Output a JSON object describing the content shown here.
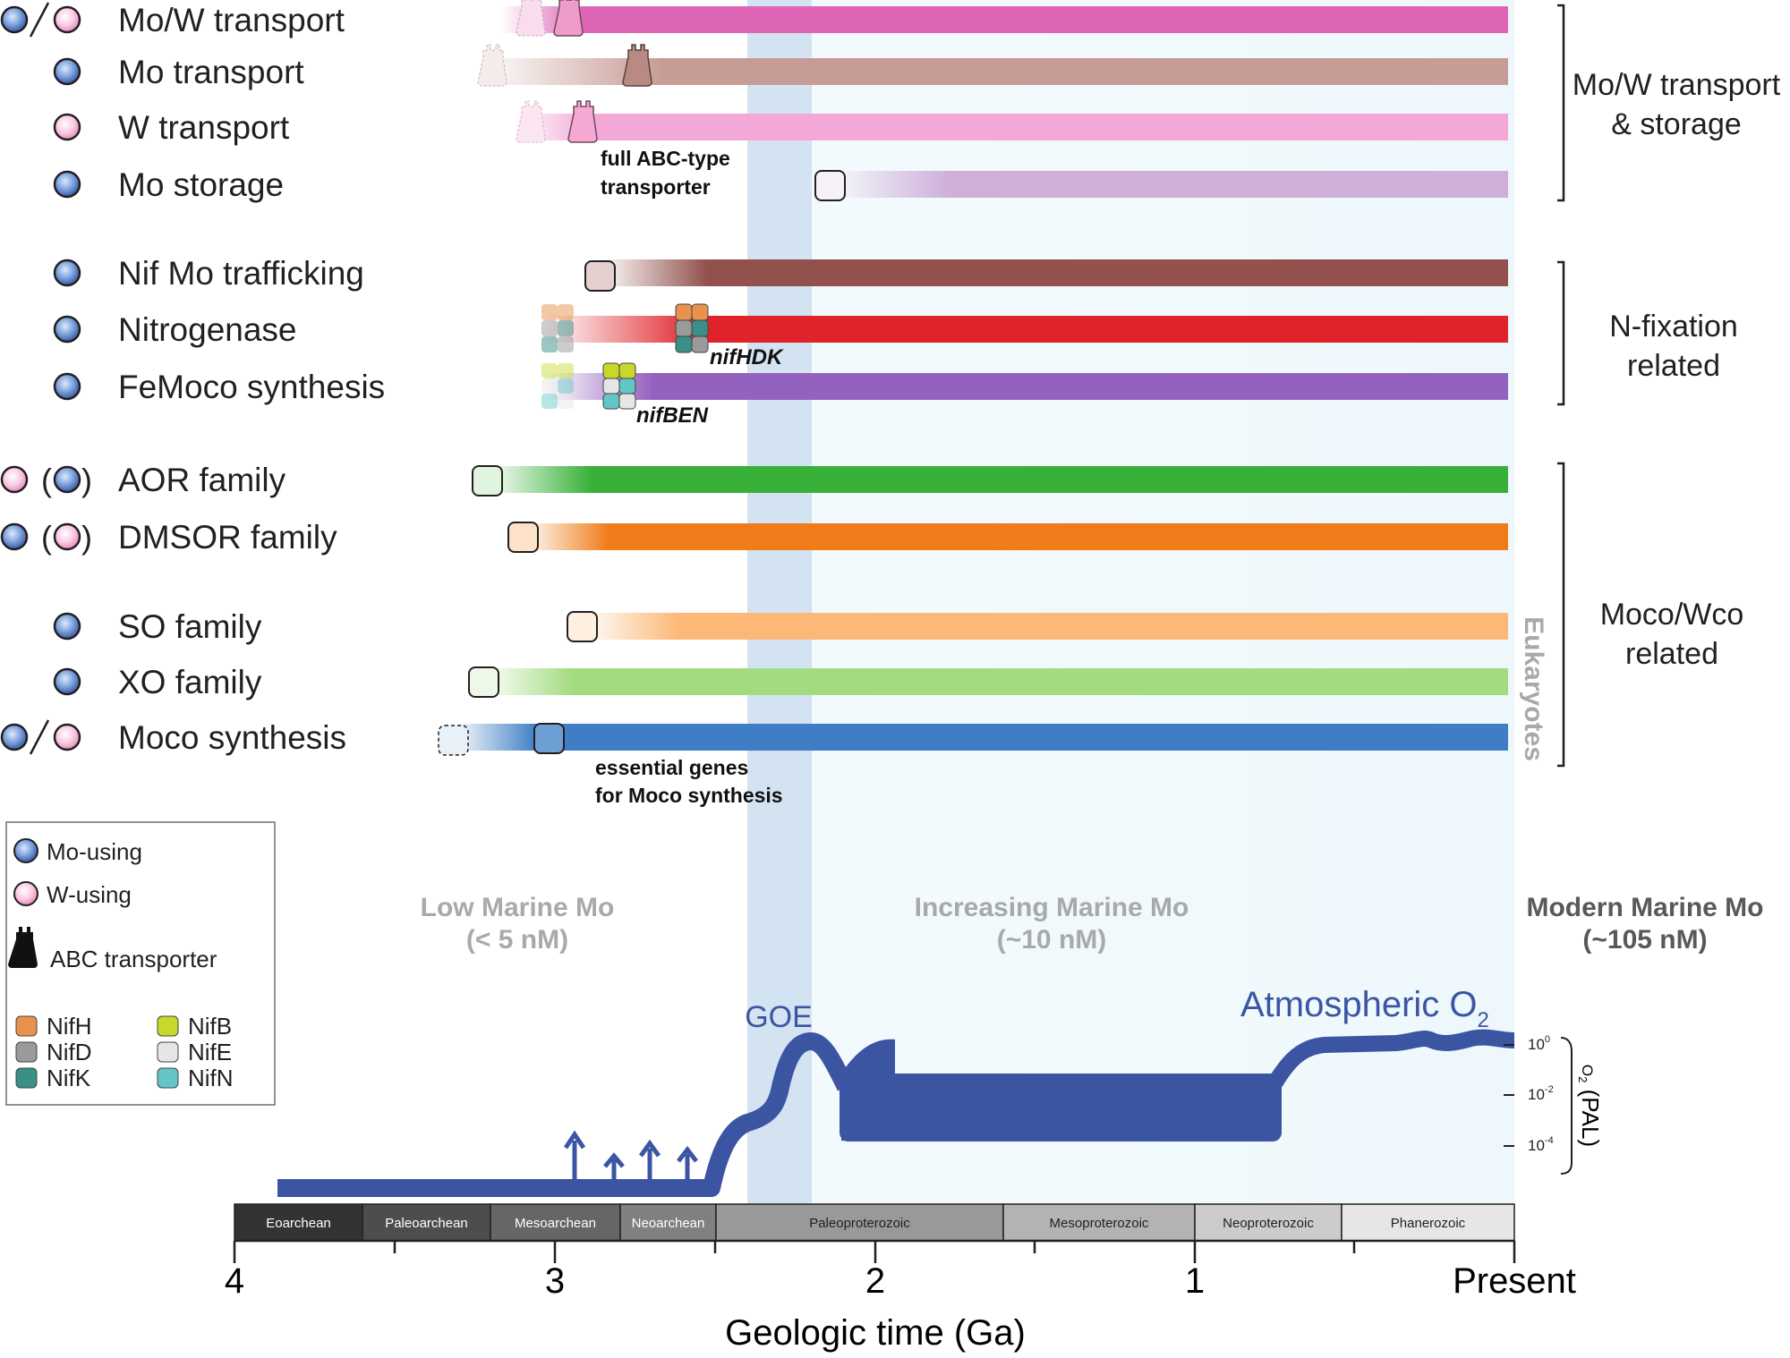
{
  "rows": [
    {
      "label": "Mo/W transport",
      "metal": "both-slash",
      "color": "#de64b5"
    },
    {
      "label": "Mo transport",
      "metal": "mo",
      "color": "#c89c96"
    },
    {
      "label": "W transport",
      "metal": "w",
      "color": "#f3a8d7"
    },
    {
      "label": "Mo storage",
      "metal": "mo",
      "color": "#ceb0d9"
    },
    {
      "label": "Nif Mo trafficking",
      "metal": "mo",
      "color": "#92514d"
    },
    {
      "label": "Nitrogenase",
      "metal": "mo",
      "color": "#e0232a"
    },
    {
      "label": "FeMoco synthesis",
      "metal": "mo",
      "color": "#9461be"
    },
    {
      "label": "AOR family",
      "metal": "w-paren-mo",
      "color": "#39b139"
    },
    {
      "label": "DMSOR family",
      "metal": "mo-paren-w",
      "color": "#f07c19"
    },
    {
      "label": "SO family",
      "metal": "mo",
      "color": "#fbb876"
    },
    {
      "label": "XO family",
      "metal": "mo",
      "color": "#a3dc80"
    },
    {
      "label": "Moco synthesis",
      "metal": "both-slash",
      "color": "#3f7ec4"
    }
  ],
  "groups": [
    {
      "label": "Mo/W transport\n& storage"
    },
    {
      "label": "N-fixation\nrelated"
    },
    {
      "label": "Moco/Wco\nrelated"
    }
  ],
  "annotations": {
    "abc_note": "full ABC-type\ntransporter",
    "nifhdk": "nifHDK",
    "nifben": "nifBEN",
    "moco_note": "essential genes\nfor Moco synthesis",
    "eukaryotes": "Eukaryotes"
  },
  "eras": [
    {
      "label": "Low Marine Mo\n(< 5 nM)",
      "color": "#a7a9ac"
    },
    {
      "label": "Increasing Marine Mo\n(~10 nM)",
      "color": "#a7a9ac"
    },
    {
      "label": "Modern Marine Mo\n(~105 nM)",
      "color": "#58595b"
    }
  ],
  "legend": {
    "mo_using": "Mo-using",
    "w_using": "W-using",
    "abc": "ABC transporter",
    "nif": [
      {
        "label": "NifH",
        "color": "#e8924d"
      },
      {
        "label": "NifB",
        "color": "#c7d82b"
      },
      {
        "label": "NifD",
        "color": "#9a9a9a"
      },
      {
        "label": "NifE",
        "color": "#e6e6e6"
      },
      {
        "label": "NifK",
        "color": "#3a8f86"
      },
      {
        "label": "NifN",
        "color": "#63c5c6"
      }
    ]
  },
  "oxygen": {
    "title": "Atmospheric O",
    "title_sub": "2",
    "goe": "GOE",
    "axis_label": "O",
    "axis_label_sub": "2",
    "axis_label_unit": " (PAL)",
    "ticks": [
      {
        "base": "10",
        "exp": "0"
      },
      {
        "base": "10",
        "exp": "-2"
      },
      {
        "base": "10",
        "exp": "-4"
      }
    ],
    "color": "#3b55a3"
  },
  "eons": [
    {
      "label": "Eoarchean",
      "fill": "#333333",
      "text": "#ffffff"
    },
    {
      "label": "Paleoarchean",
      "fill": "#4d4d4d",
      "text": "#ffffff"
    },
    {
      "label": "Mesoarchean",
      "fill": "#666666",
      "text": "#ffffff"
    },
    {
      "label": "Neoarchean",
      "fill": "#808080",
      "text": "#ffffff"
    },
    {
      "label": "Paleoproterozoic",
      "fill": "#999999",
      "text": "#231f20"
    },
    {
      "label": "Mesoproterozoic",
      "fill": "#b3b3b3",
      "text": "#231f20"
    },
    {
      "label": "Neoproterozoic",
      "fill": "#cccccc",
      "text": "#231f20"
    },
    {
      "label": "Phanerozoic",
      "fill": "#e6e6e6",
      "text": "#231f20"
    }
  ],
  "axis": {
    "ticks": [
      "4",
      "3",
      "2",
      "1",
      "Present"
    ],
    "title": "Geologic time (Ga)"
  }
}
